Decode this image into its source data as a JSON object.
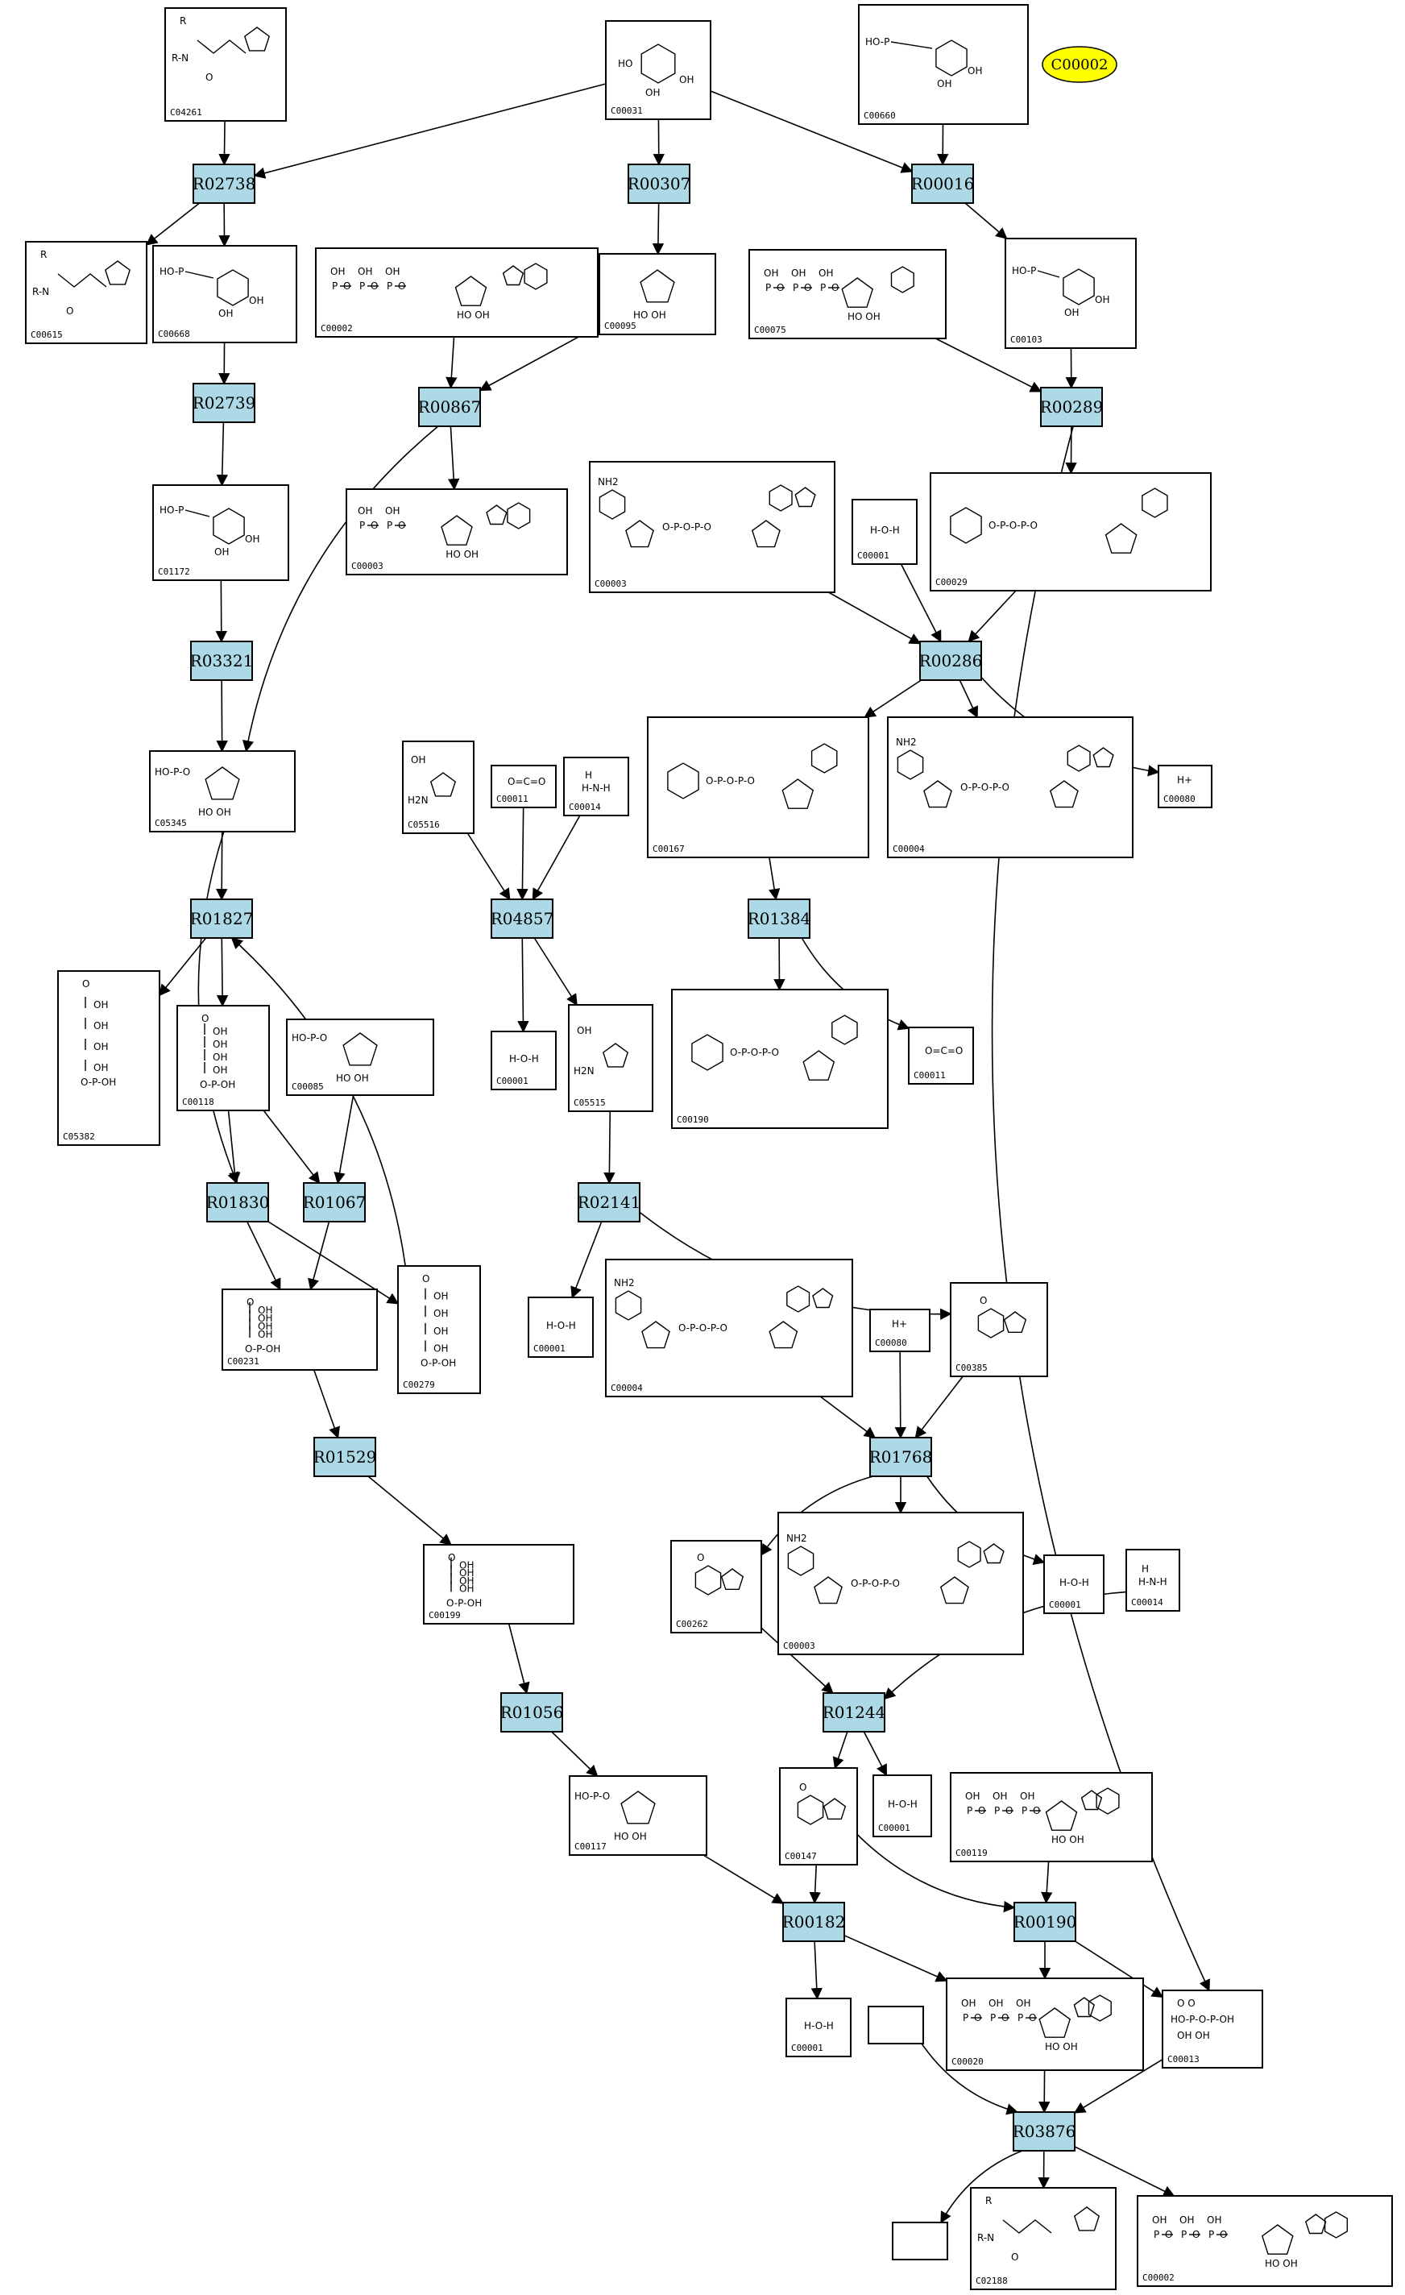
{
  "diagram_title": "",
  "highlight": {
    "label": "C00002",
    "color": "#ffff00"
  },
  "colors": {
    "reaction_fill": "#add8e6",
    "compound_fill": "#ffffff",
    "edge": "#000000"
  },
  "reactions": [
    "R02738",
    "R00307",
    "R00016",
    "R02739",
    "R00867",
    "R00289",
    "R03321",
    "R00286",
    "R01827",
    "R04857",
    "R01384",
    "R01830",
    "R01067",
    "R02141",
    "R01529",
    "R01768",
    "R01056",
    "R01244",
    "R00182",
    "R00190",
    "R03876"
  ],
  "compounds": [
    {
      "id": "c04261",
      "label": "C04261"
    },
    {
      "id": "c00031",
      "label": "C00031"
    },
    {
      "id": "c00660",
      "label": "C00660"
    },
    {
      "id": "c00615",
      "label": "C00615"
    },
    {
      "id": "c00668",
      "label": "C00668"
    },
    {
      "id": "c00002a",
      "label": "C00002"
    },
    {
      "id": "c00095",
      "label": "C00095"
    },
    {
      "id": "c00075",
      "label": "C00075"
    },
    {
      "id": "c00103",
      "label": "C00103"
    },
    {
      "id": "c01172",
      "label": "C01172"
    },
    {
      "id": "c00008",
      "label": "C00003"
    },
    {
      "id": "c00003a",
      "label": "C00003"
    },
    {
      "id": "c00001a",
      "label": "C00001"
    },
    {
      "id": "c00029",
      "label": "C00029"
    },
    {
      "id": "c05345",
      "label": "C05345"
    },
    {
      "id": "c05516",
      "label": "C05516"
    },
    {
      "id": "c00011a",
      "label": "C00011"
    },
    {
      "id": "c00014a",
      "label": "C00014"
    },
    {
      "id": "c00167",
      "label": "C00167"
    },
    {
      "id": "c00004a",
      "label": "C00004"
    },
    {
      "id": "c00080a",
      "label": "C00080"
    },
    {
      "id": "c05382",
      "label": "C05382"
    },
    {
      "id": "c00118",
      "label": "C00118"
    },
    {
      "id": "c00085",
      "label": "C00085"
    },
    {
      "id": "c00001b",
      "label": "C00001"
    },
    {
      "id": "c05515",
      "label": "C05515"
    },
    {
      "id": "c00190",
      "label": "C00190"
    },
    {
      "id": "c00011b",
      "label": "C00011"
    },
    {
      "id": "c00231",
      "label": "C00231"
    },
    {
      "id": "c00279",
      "label": "C00279"
    },
    {
      "id": "c00001c",
      "label": "C00001"
    },
    {
      "id": "c00004b",
      "label": "C00004"
    },
    {
      "id": "c00080b",
      "label": "C00080"
    },
    {
      "id": "c00385",
      "label": "C00385"
    },
    {
      "id": "c00199",
      "label": "C00199"
    },
    {
      "id": "c00262",
      "label": "C00262"
    },
    {
      "id": "c00003b",
      "label": "C00003"
    },
    {
      "id": "c00001d",
      "label": "C00001"
    },
    {
      "id": "c00014b",
      "label": "C00014"
    },
    {
      "id": "c00117",
      "label": "C00117"
    },
    {
      "id": "c00147",
      "label": "C00147"
    },
    {
      "id": "c00001e",
      "label": "C00001"
    },
    {
      "id": "c00119",
      "label": "C00119"
    },
    {
      "id": "c00001f",
      "label": "C00001"
    },
    {
      "id": "c00020",
      "label": "C00020"
    },
    {
      "id": "c00013",
      "label": "C00013"
    },
    {
      "id": "blank1",
      "label": ""
    },
    {
      "id": "blank2",
      "label": ""
    },
    {
      "id": "c02188",
      "label": "C02188"
    },
    {
      "id": "c00002b",
      "label": "C00002"
    }
  ]
}
